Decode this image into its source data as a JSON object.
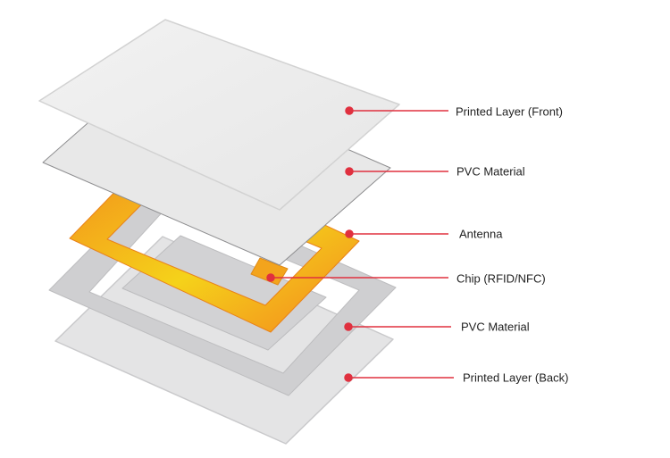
{
  "diagram": {
    "title": "RFID/NFC card layer structure",
    "labels": [
      "Printed Layer (Front)",
      "PVC Material",
      "Antenna",
      "Chip (RFID/NFC)",
      "PVC Material",
      "Printed Layer (Back)"
    ]
  },
  "colors": {
    "accent": "#e0303f",
    "antenna_orange": "#f28a1c",
    "antenna_yellow": "#f5d21a",
    "card_white": "#ececec",
    "card_grey": "#cfcfd1"
  }
}
